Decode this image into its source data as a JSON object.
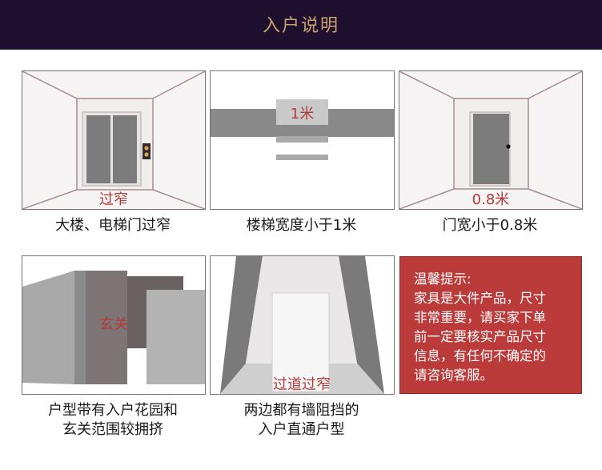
{
  "header": {
    "title": "入户说明"
  },
  "panels": [
    {
      "label": "过窄",
      "caption": "大楼、电梯门过窄"
    },
    {
      "label": "1米",
      "caption": "楼梯宽度小于1米"
    },
    {
      "label": "0.8米",
      "caption": "门宽小于0.8米"
    },
    {
      "label": "玄关",
      "caption_lines": [
        "户型带有入户花园和",
        "玄关范围较拥挤"
      ]
    },
    {
      "label": "过道过窄",
      "caption_lines": [
        "两边都有墙阻挡的",
        "入户直通户型"
      ]
    }
  ],
  "tip": {
    "lines": [
      "温馨提示:",
      "家具是大件产品，尺寸",
      "非常重要，请买家下单",
      "前一定要核实产品尺寸",
      "信息，有任何不确定的",
      "请咨询客服。"
    ]
  },
  "colors": {
    "header_bg": "#1e0f2e",
    "title_gold": "#c9a46a",
    "tip_red": "#bb3b3b",
    "label_red": "#b33a37"
  },
  "icons": [
    "elevator-doors-icon",
    "stairs-width-icon",
    "narrow-door-icon",
    "entrance-hallway-icon",
    "narrow-corridor-icon"
  ]
}
